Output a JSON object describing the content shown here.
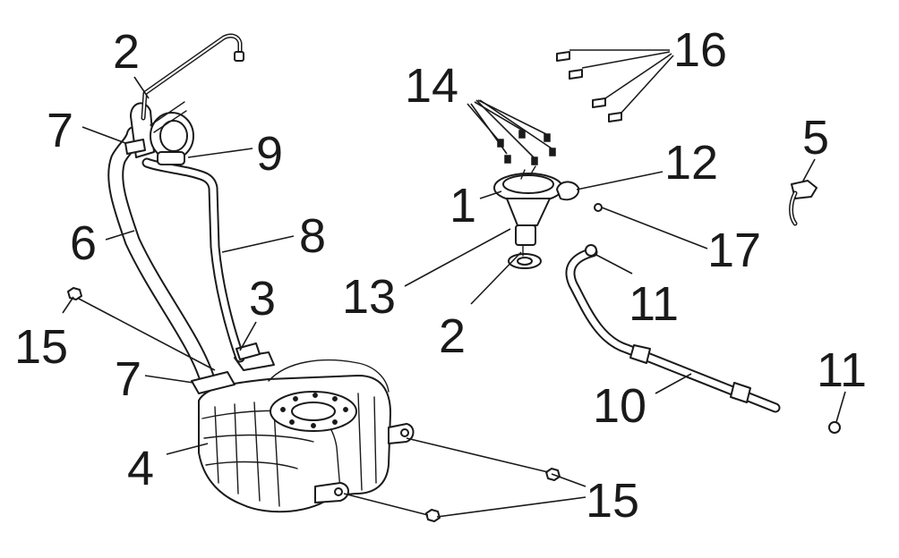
{
  "callouts": {
    "c2a": "2",
    "c7a": "7",
    "c9": "9",
    "c6": "6",
    "c8": "8",
    "c3": "3",
    "c15a": "15",
    "c7b": "7",
    "c4": "4",
    "c14": "14",
    "c16": "16",
    "c5": "5",
    "c1": "1",
    "c12": "12",
    "c17": "17",
    "c13": "13",
    "c2b": "2",
    "c11a": "11",
    "c11b": "11",
    "c10": "10",
    "c15b": "15"
  }
}
